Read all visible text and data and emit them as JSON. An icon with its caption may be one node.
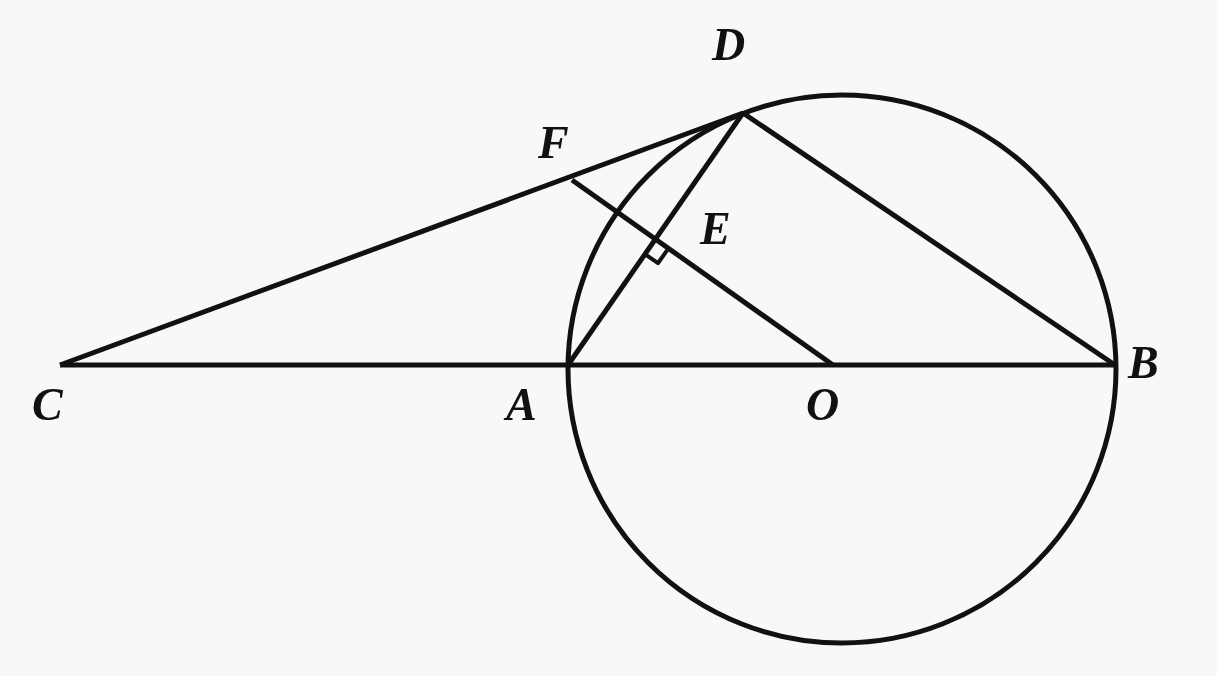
{
  "diagram": {
    "labels": [
      "D",
      "F",
      "E",
      "C",
      "A",
      "O",
      "B"
    ]
  }
}
